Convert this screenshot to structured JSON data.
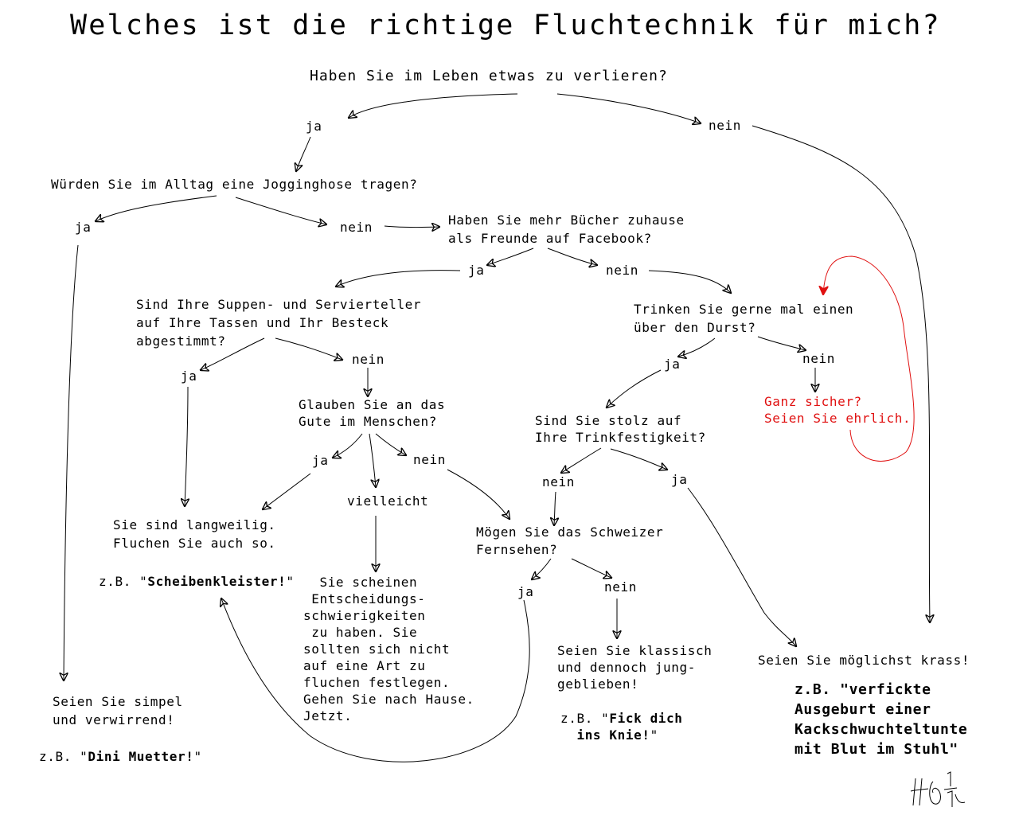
{
  "title": "Welches ist die richtige Fluchtechnik für mich?",
  "q1": "Haben Sie im Leben etwas zu verlieren?",
  "q2": "Würden Sie im Alltag eine Jogginghose tragen?",
  "q3": "Haben Sie mehr Bücher zuhause\nals Freunde auf Facebook?",
  "q4": "Sind Ihre Suppen- und Servierteller\nauf Ihre Tassen und Ihr Besteck\nabgestimmt?",
  "q5": "Trinken Sie gerne mal einen\nüber den Durst?",
  "q6": "Glauben Sie an das\nGute im Menschen?",
  "q7": "Sind Sie stolz auf\nIhre Trinkfestigkeit?",
  "q8": "Mögen Sie das Schweizer\nFernsehen?",
  "red_text": "Ganz sicher?\nSeien Sie ehrlich.",
  "labels": {
    "ja": "ja",
    "nein": "nein",
    "vielleicht": "vielleicht"
  },
  "results": {
    "langweilig": "Sie sind langweilig.\nFluchen Sie auch so.",
    "langweilig_prefix": "z.B. \"",
    "langweilig_example": "Scheibenkleister!",
    "unentschieden": "  Sie scheinen\n Entscheidungs-\nschwierigkeiten\n zu haben. Sie\nsollten sich nicht\nauf eine Art zu\nfluchen festlegen.\nGehen Sie nach Hause.\nJetzt.",
    "simpel": "Seien Sie simpel\nund verwirrend!",
    "simpel_prefix": "z.B. \"",
    "simpel_example": "Dini Muetter!",
    "klassisch": "Seien Sie klassisch\nund dennoch jung-\ngeblieben!",
    "klassisch_prefix": "z.B. \"",
    "klassisch_example": "Fick dich\n  ins Knie!",
    "krass": "Seien Sie möglichst krass!",
    "krass_example": "z.B. \"verfickte\nAusgeburt einer\nKackschwuchteltunte\nmit Blut im Stuhl\""
  },
  "colors": {
    "ink": "#000000",
    "accent": "#e01010"
  }
}
